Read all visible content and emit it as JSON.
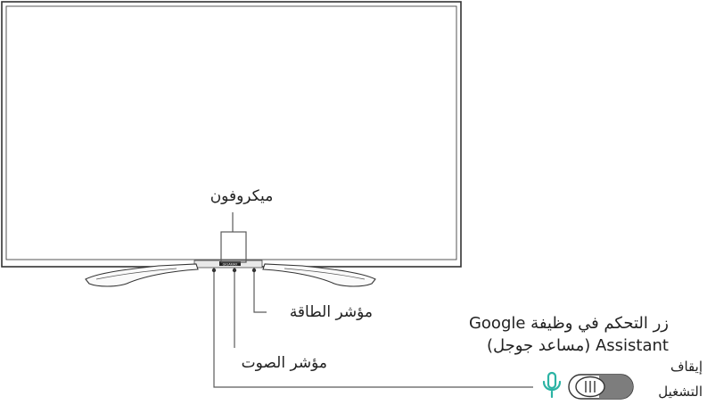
{
  "labels": {
    "microphone": "ميكروفون",
    "power_indicator": "مؤشر الطاقة",
    "sound_indicator": "مؤشر الصوت",
    "google_line1": "زر التحكم في وظيفة Google",
    "google_line2": "Assistant (مساعد جوجل)",
    "switch_off": "إيقاف",
    "switch_on": "التشغيل",
    "brand_mark": "GIGAMAX"
  },
  "colors": {
    "line": "#5a5a5a",
    "mic_icon": "#2bb3a4",
    "switch_knob": "#7d7d7d"
  },
  "icons": {
    "microphone": "microphone-icon",
    "switch": "toggle-switch-icon"
  }
}
